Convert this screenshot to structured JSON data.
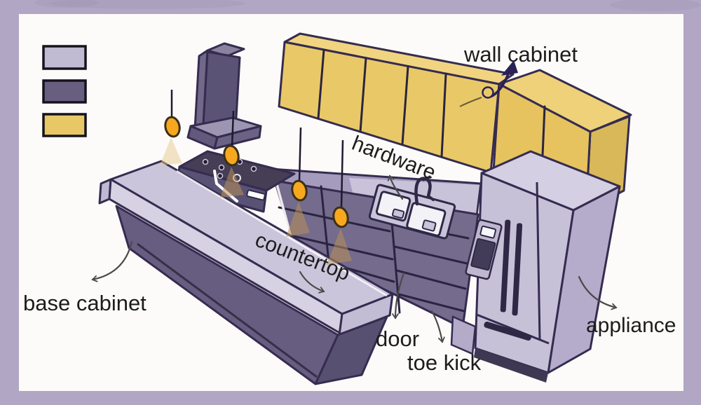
{
  "figure": {
    "name": "kitchen cabinet parts diagram",
    "palette": {
      "frame_border": "#b1a7c4",
      "canvas": "#fcfbf9",
      "outline": "#352c50",
      "accent_orange": "#f7a81f"
    },
    "legend": {
      "items": [
        {
          "name": "legend-swatch-light",
          "color": "#c0bbd3"
        },
        {
          "name": "legend-swatch-dark",
          "color": "#685e80"
        },
        {
          "name": "legend-swatch-yellow",
          "color": "#e8c766"
        }
      ]
    },
    "labels": {
      "wall_cabinet": "wall cabinet",
      "hardware": "hardware",
      "countertop": "countertop",
      "base_cabinet": "base cabinet",
      "door": "door",
      "toe_kick": "toe kick",
      "appliance": "appliance"
    }
  }
}
